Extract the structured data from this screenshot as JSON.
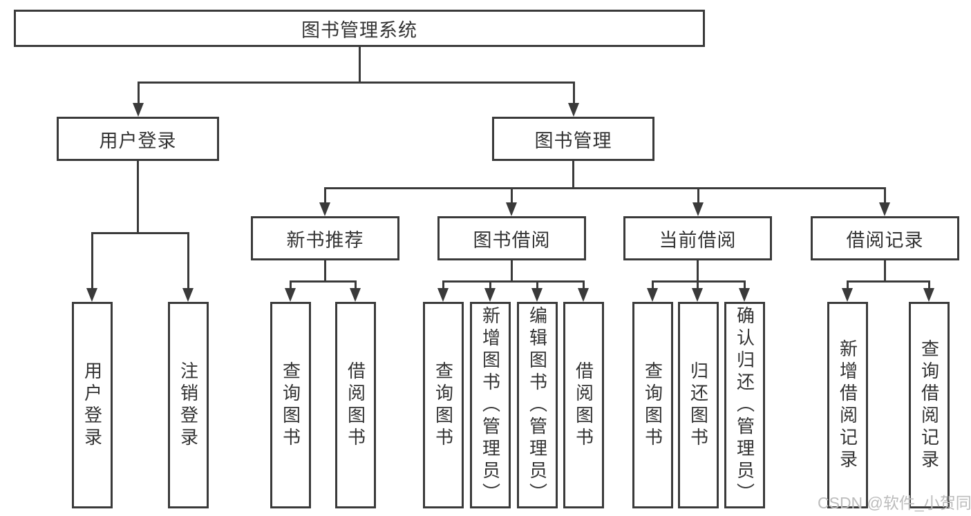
{
  "diagram": {
    "title": "图书管理系统",
    "level2": {
      "user_login": "用户登录",
      "book_mgmt": "图书管理"
    },
    "level3": {
      "new_books": "新书推荐",
      "book_borrow": "图书借阅",
      "current_borrow": "当前借阅",
      "borrow_records": "借阅记录"
    },
    "leaves": {
      "user_login": [
        "用户登录",
        "注销登录"
      ],
      "new_books": [
        "查询图书",
        "借阅图书"
      ],
      "book_borrow": [
        "查询图书",
        "新增图书（管理员）",
        "编辑图书（管理员）",
        "借阅图书"
      ],
      "current_borrow": [
        "查询图书",
        "归还图书",
        "确认归还（管理员）"
      ],
      "borrow_records": [
        "新增借阅记录",
        "查询借阅记录"
      ]
    }
  },
  "watermark": "CSDN @软件_小贺同学",
  "colors": {
    "line": "#3a3a3a",
    "text": "#333333",
    "watermark": "#bcbcbc",
    "background": "#ffffff"
  }
}
